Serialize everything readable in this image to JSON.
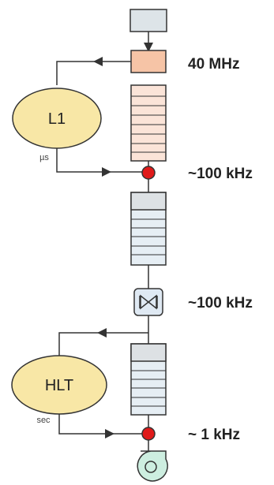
{
  "diagram": {
    "rates": {
      "bunch_crossing": "40 MHz",
      "l1_output": "~100 kHz",
      "event_builder": "~100 kHz",
      "storage": "~ 1 kHz"
    },
    "triggers": {
      "l1": {
        "name": "L1",
        "latency": "µs"
      },
      "hlt": {
        "name": "HLT",
        "latency": "sec"
      }
    }
  },
  "colors": {
    "source_box": "#dde4e8",
    "front_end": "#f6c4a6",
    "pipeline": "#fbe4d8",
    "readout": "#e6eef4",
    "oval": "#f8e7a6",
    "decision_node": "#e01a1a",
    "storage_pump": "#cdeee0",
    "stroke": "#333333"
  }
}
